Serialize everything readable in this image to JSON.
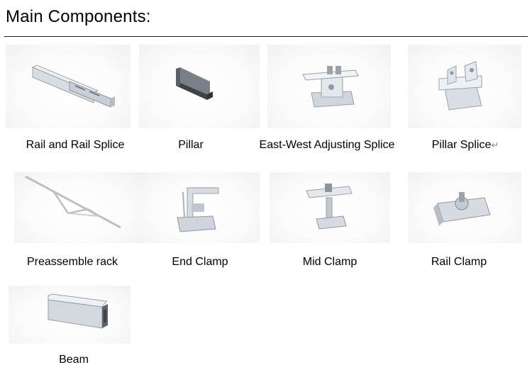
{
  "page": {
    "title": "Main Components:"
  },
  "components": [
    {
      "label": "Rail and Rail Splice",
      "icon": "rail-and-splice-image"
    },
    {
      "label": "Pillar",
      "icon": "pillar-image"
    },
    {
      "label": "East-West Adjusting Splice",
      "icon": "east-west-adjusting-splice-image"
    },
    {
      "label": "Pillar Splice",
      "mark": "↵",
      "icon": "pillar-splice-image"
    },
    {
      "label": "Preassemble rack",
      "icon": "preassemble-rack-image"
    },
    {
      "label": "End Clamp",
      "icon": "end-clamp-image"
    },
    {
      "label": "Mid Clamp",
      "icon": "mid-clamp-image"
    },
    {
      "label": "Rail Clamp",
      "icon": "rail-clamp-image"
    },
    {
      "label": "Beam",
      "icon": "beam-image"
    }
  ]
}
